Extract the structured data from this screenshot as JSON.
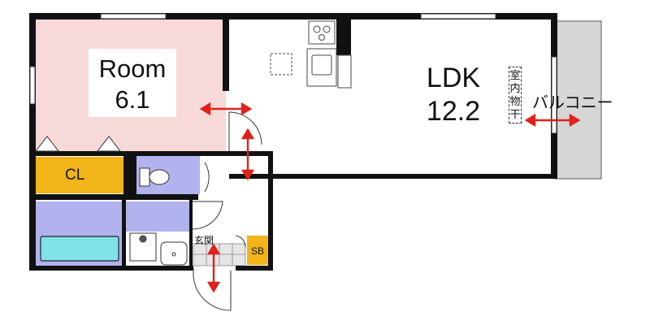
{
  "rooms": {
    "room": {
      "name": "Room",
      "size": "6.1"
    },
    "ldk": {
      "name": "LDK",
      "size": "12.2"
    },
    "closet": "CL",
    "entrance": "玄関",
    "shoe_box": "SB",
    "balcony": "バルコニー",
    "indoor_drying": "室内物干"
  },
  "colors": {
    "room_fill": "#f7d9d9",
    "closet_fill": "#f2b519",
    "wet_area_fill": "#b2b2ee",
    "bathtub_fill": "#80e3e8",
    "balcony_fill": "#d6d6d6",
    "wall": "#111111",
    "arrow": "#e0211b"
  },
  "icons": [
    "kitchen-stove-icon",
    "sink-icon",
    "fridge-space-icon",
    "toilet-icon",
    "washing-machine-icon",
    "wash-basin-icon",
    "bathtub-icon",
    "door-swing-icon",
    "window-icon"
  ]
}
